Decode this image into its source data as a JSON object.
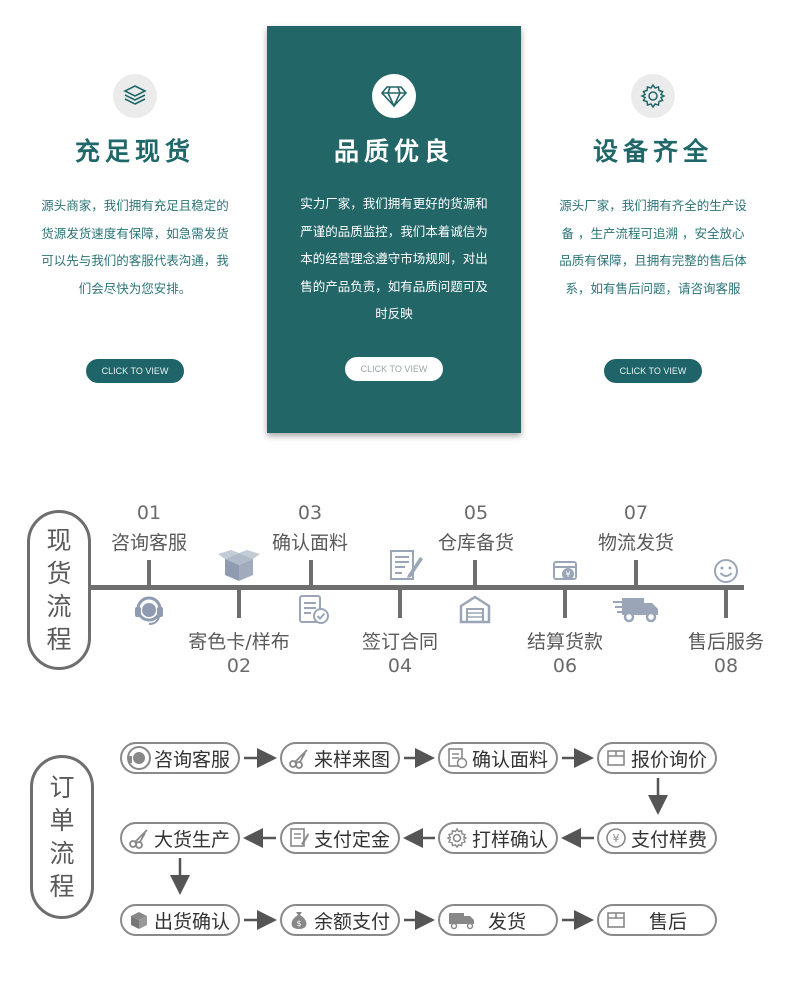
{
  "features": [
    {
      "title": "充足现货",
      "icon": "layers-icon",
      "lines": [
        "源头商家，我们拥有充足且稳定的",
        "货源发货速度有保障，如急需发货",
        "可以先与我们的客服代表沟通，我",
        "们会尽快为您安排。"
      ],
      "button": "CLICK TO VIEW"
    },
    {
      "title": "品质优良",
      "icon": "diamond-icon",
      "lines": [
        "实力厂家，我们拥有更好的货源和",
        "严谨的品质监控，我们本着诚信为",
        "本的经营理念遵守市场规则，对出",
        "售的产品负责，如有品质问题可及",
        "时反映"
      ],
      "button": "CLICK TO VIEW"
    },
    {
      "title": "设备齐全",
      "icon": "gear-icon",
      "lines": [
        "源头厂家，我们拥有齐全的生产设",
        "备 ，生产流程可追溯 ，安全放心",
        "品质有保障，且拥有完整的售后体",
        "系，如有售后问题，请咨询客服"
      ],
      "button": "CLICK TO VIEW"
    }
  ],
  "stock_flow": {
    "title_chars": [
      "现",
      "货",
      "流",
      "程"
    ],
    "steps": [
      {
        "num": "01",
        "label": "咨询客服",
        "icon": "headset-icon"
      },
      {
        "num": "02",
        "label": "寄色卡/样布",
        "icon": "box-icon"
      },
      {
        "num": "03",
        "label": "确认面料",
        "icon": "checklist-icon"
      },
      {
        "num": "04",
        "label": "签订合同",
        "icon": "contract-icon"
      },
      {
        "num": "05",
        "label": "仓库备货",
        "icon": "warehouse-icon"
      },
      {
        "num": "06",
        "label": "结算货款",
        "icon": "payment-icon"
      },
      {
        "num": "07",
        "label": "物流发货",
        "icon": "truck-icon"
      },
      {
        "num": "08",
        "label": "售后服务",
        "icon": "smile-icon"
      }
    ]
  },
  "order_flow": {
    "title_chars": [
      "订",
      "单",
      "流",
      "程"
    ],
    "rows": [
      [
        {
          "label": "咨询客服",
          "icon": "headset-icon"
        },
        {
          "label": "来样来图",
          "icon": "scissors-icon"
        },
        {
          "label": "确认面料",
          "icon": "checklist-icon"
        },
        {
          "label": "报价询价",
          "icon": "box-icon"
        }
      ],
      [
        {
          "label": "大货生产",
          "icon": "scissors-icon"
        },
        {
          "label": "支付定金",
          "icon": "contract-icon"
        },
        {
          "label": "打样确认",
          "icon": "gear-icon"
        },
        {
          "label": "支付样费",
          "icon": "yen-icon"
        }
      ],
      [
        {
          "label": "出货确认",
          "icon": "box-icon"
        },
        {
          "label": "余额支付",
          "icon": "money-bag-icon"
        },
        {
          "label": "发货",
          "icon": "truck-icon"
        },
        {
          "label": "售后",
          "icon": "box-icon"
        }
      ]
    ]
  },
  "colors": {
    "teal": "#226668",
    "gray": "#6e6e6e"
  }
}
